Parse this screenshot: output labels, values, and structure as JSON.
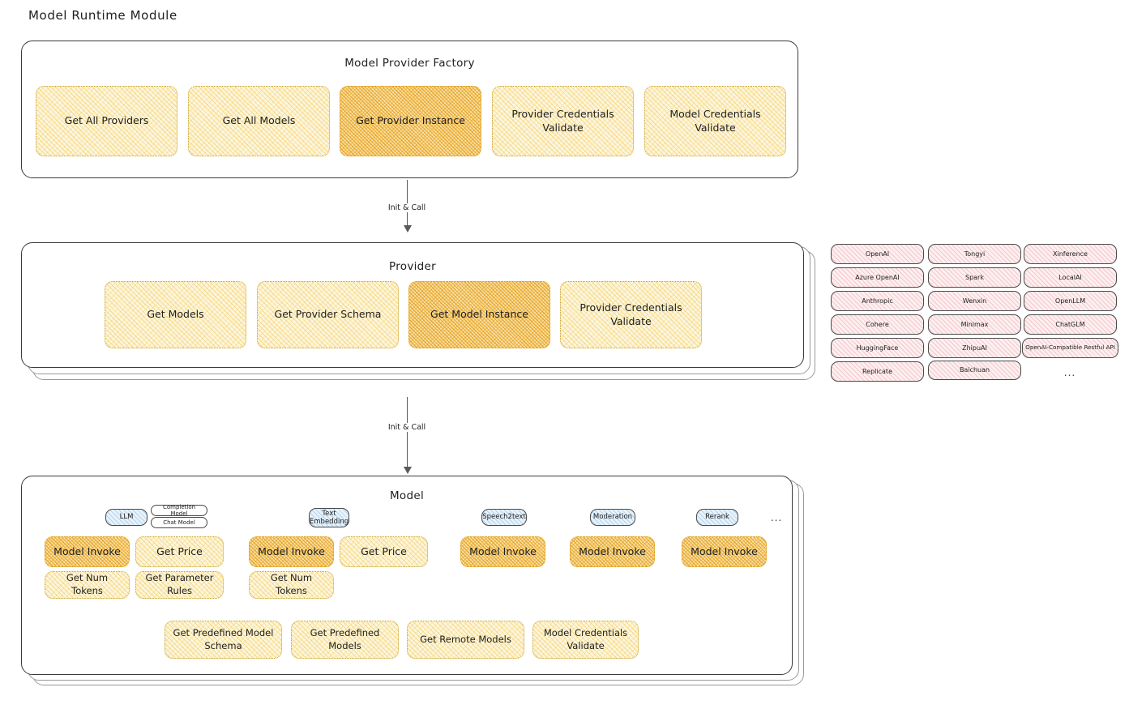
{
  "page": {
    "title": "Model Runtime Module"
  },
  "factory": {
    "title": "Model Provider Factory",
    "boxes": [
      {
        "label": "Get All Providers",
        "highlight": false
      },
      {
        "label": "Get All Models",
        "highlight": false
      },
      {
        "label": "Get Provider Instance",
        "highlight": true
      },
      {
        "label": "Provider Credentials Validate",
        "highlight": false
      },
      {
        "label": "Model Credentials Validate",
        "highlight": false
      }
    ]
  },
  "arrows": [
    {
      "label": "Init & Call"
    },
    {
      "label": "Init & Call"
    }
  ],
  "provider": {
    "title": "Provider",
    "boxes": [
      {
        "label": "Get Models",
        "highlight": false
      },
      {
        "label": "Get Provider Schema",
        "highlight": false
      },
      {
        "label": "Get Model Instance",
        "highlight": true
      },
      {
        "label": "Provider Credentials Validate",
        "highlight": false
      }
    ]
  },
  "provider_list": {
    "columns": [
      {
        "items": [
          "OpenAI",
          "Azure OpenAI",
          "Anthropic",
          "Cohere",
          "HuggingFace",
          "Replicate"
        ]
      },
      {
        "items": [
          "Tongyi",
          "Spark",
          "Wenxin",
          "Minimax",
          "ZhipuAI",
          "Baichuan"
        ]
      },
      {
        "items": [
          "Xinference",
          "LocalAI",
          "OpenLLM",
          "ChatGLM",
          "OpenAI-Compatible Restful API"
        ]
      }
    ],
    "more": "..."
  },
  "model": {
    "title": "Model",
    "more": "...",
    "types": [
      {
        "name": "LLM",
        "subtypes": [
          "Completion Model",
          "Chat Model"
        ],
        "methods": [
          "Model Invoke",
          "Get Price",
          "Get Num Tokens",
          "Get Parameter Rules"
        ]
      },
      {
        "name": "Text Embedding",
        "subtypes": [],
        "methods": [
          "Model Invoke",
          "Get Price",
          "Get Num Tokens"
        ]
      },
      {
        "name": "Speech2text",
        "subtypes": [],
        "methods": [
          "Model Invoke"
        ]
      },
      {
        "name": "Moderation",
        "subtypes": [],
        "methods": [
          "Model Invoke"
        ]
      },
      {
        "name": "Rerank",
        "subtypes": [],
        "methods": [
          "Model Invoke"
        ]
      }
    ],
    "shared_methods": [
      "Get Predefined Model Schema",
      "Get Predefined Models",
      "Get Remote Models",
      "Model Credentials Validate"
    ]
  },
  "colors": {
    "box_fill": "#fdf6dd",
    "box_highlight_fill": "#fae2ab",
    "box_stroke": "#c9a227",
    "pill_fill": "#e7f2fb",
    "chip_fill": "#fdeff0",
    "panel_stroke": "#3b3b3b"
  }
}
